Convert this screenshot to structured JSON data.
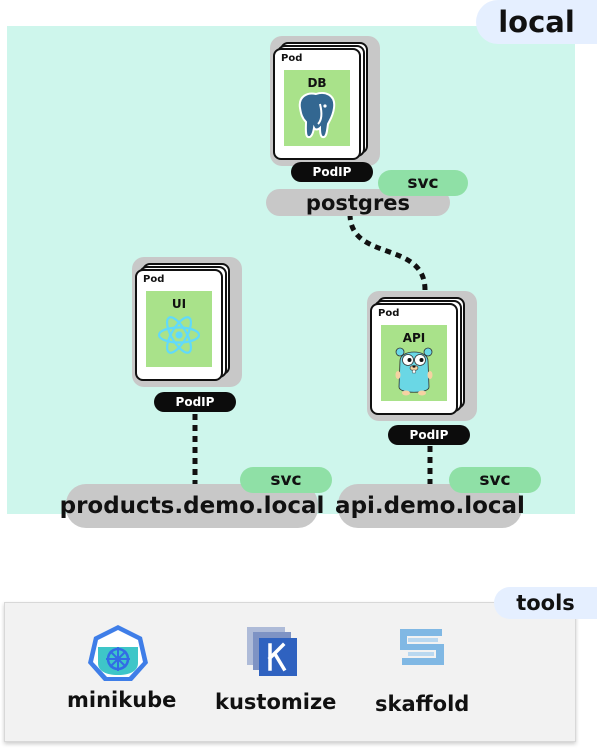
{
  "environment": {
    "label": "local"
  },
  "pods": {
    "db": {
      "pod_label": "Pod",
      "inner_label": "DB",
      "podip": "PodIP",
      "icon": "postgresql-elephant-icon"
    },
    "ui": {
      "pod_label": "Pod",
      "inner_label": "UI",
      "podip": "PodIP",
      "icon": "react-atom-icon"
    },
    "api": {
      "pod_label": "Pod",
      "inner_label": "API",
      "podip": "PodIP",
      "icon": "go-gopher-icon"
    }
  },
  "services": {
    "postgres": {
      "name": "postgres",
      "badge": "svc"
    },
    "products": {
      "name": "products.demo.local",
      "badge": "svc"
    },
    "api": {
      "name": "api.demo.local",
      "badge": "svc"
    }
  },
  "tools": {
    "label": "tools",
    "items": [
      {
        "name": "minikube",
        "icon": "minikube-icon"
      },
      {
        "name": "kustomize",
        "icon": "kustomize-icon"
      },
      {
        "name": "skaffold",
        "icon": "skaffold-icon"
      }
    ]
  },
  "colors": {
    "local_bg": "#cef6ec",
    "pill_gray": "#c8c8c8",
    "svc_green": "#8fe0a6",
    "inner_green": "#a9e28a",
    "tag_blue": "#e5efff"
  }
}
